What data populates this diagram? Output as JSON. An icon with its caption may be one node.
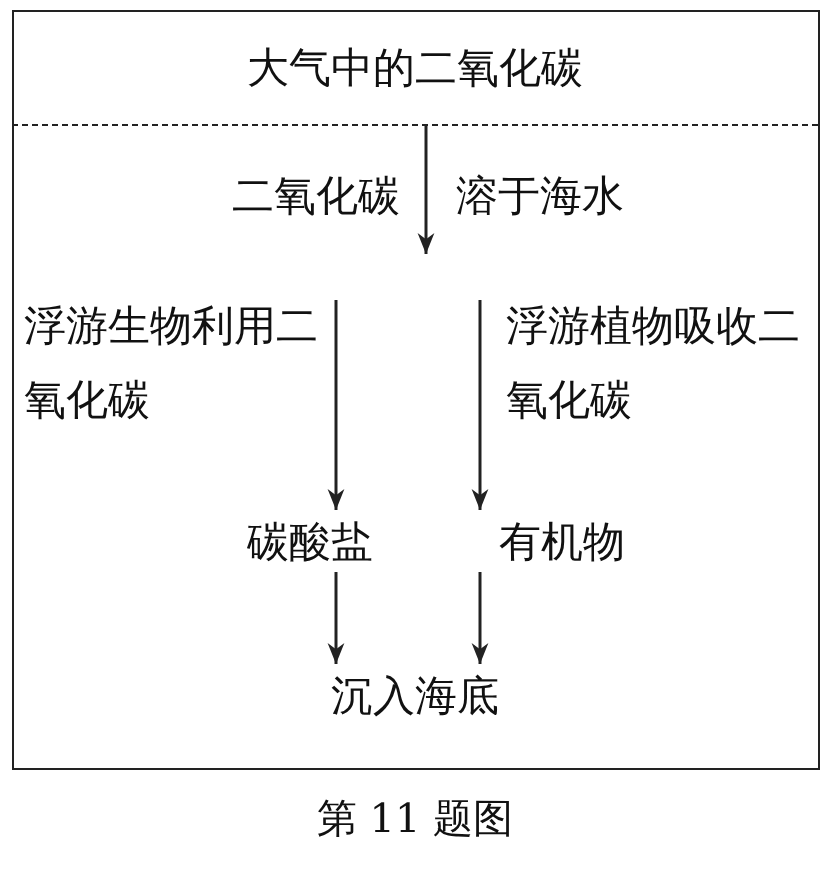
{
  "diagram": {
    "caption": "第 11 题图",
    "nodes": [
      {
        "text": [
          "大气中的二氧化碳"
        ]
      },
      {
        "text": [
          "碳酸盐"
        ]
      },
      {
        "text": [
          "有机物"
        ]
      },
      {
        "text": [
          "沉入海底"
        ]
      }
    ],
    "edges": [
      {
        "from": 0,
        "to": null,
        "arrow": "to"
      },
      {
        "from": null,
        "to": 1,
        "arrow": "to",
        "label": "浮游生物利用二氧化碳"
      },
      {
        "from": null,
        "to": 2,
        "arrow": "to",
        "label": "浮游植物吸收二氧化碳"
      },
      {
        "from": 1,
        "to": 3,
        "arrow": "to"
      },
      {
        "from": 2,
        "to": 3,
        "arrow": "to"
      }
    ],
    "labels": [
      "二氧化碳",
      "溶于海水"
    ]
  }
}
